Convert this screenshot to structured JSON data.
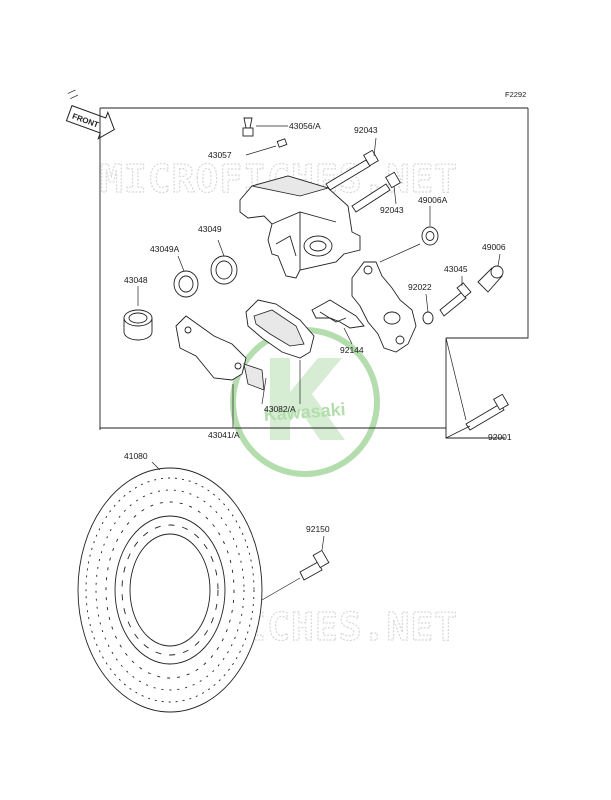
{
  "diagram": {
    "code": "F2292",
    "front_label": "FRONT",
    "watermark_text": "MICROFICHES.NET",
    "logo_text": "Kawasaki",
    "logo_color": "#a8d8a0",
    "parts": {
      "p43056": "43056/A",
      "p43057": "43057",
      "p92043a": "92043",
      "p92043b": "92043",
      "p49006a": "49006A",
      "p49006": "49006",
      "p43049": "43049",
      "p43049a": "43049A",
      "p43048": "43048",
      "p43045": "43045",
      "p92022": "92022",
      "p92144": "92144",
      "p43082": "43082/A",
      "p43041": "43041/A",
      "p92001": "92001",
      "p41080": "41080",
      "p92150": "92150"
    }
  }
}
